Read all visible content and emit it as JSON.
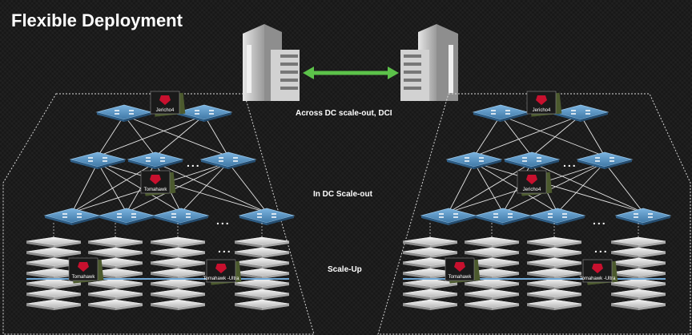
{
  "title": "Flexible Deployment",
  "labels": {
    "across_dc": "Across DC scale-out, DCI",
    "in_dc": "In DC Scale-out",
    "scale_up": "Scale-Up"
  },
  "ellipsis": "...",
  "chips": {
    "left_top": "Jericho4",
    "left_mid": "Tomahawk",
    "left_bottom_1": "Tomahawk",
    "left_bottom_2": "Tomahawk -Ultra",
    "right_top": "Jericho4",
    "right_mid": "Jericho4",
    "right_bottom_1": "Tomahawk",
    "right_bottom_2": "Tomahawk -Ultra"
  },
  "icons": [
    "building-icon",
    "double-arrow-icon",
    "switch-icon",
    "chip-icon",
    "server-stack-icon"
  ],
  "colors": {
    "background": "#1c1c1c",
    "switch": "#5b98c8",
    "arrow": "#5cc24a",
    "building": "#bfbfbf",
    "chip_red": "#c8102e",
    "chip_green": "#3a4a2a"
  }
}
